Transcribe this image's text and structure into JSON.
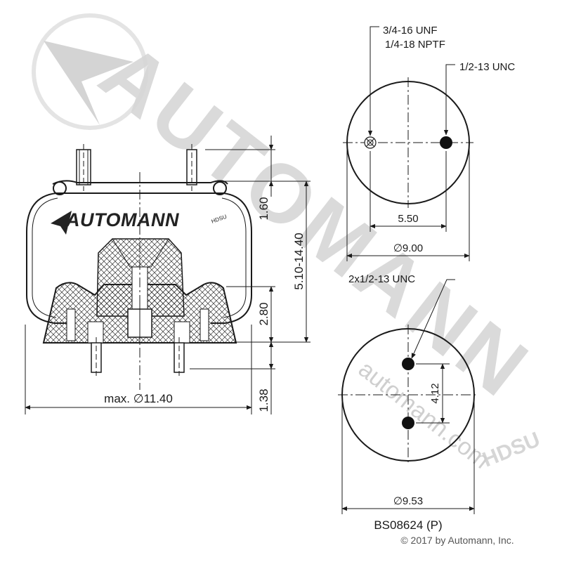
{
  "watermark": {
    "brand": "AUTOMANN",
    "suffix": "HDSU",
    "url": "automann.com"
  },
  "logo": {
    "brand": "AUTOMANN",
    "suffix": "HDSU"
  },
  "side_view": {
    "dim_top": "1.60",
    "dim_height": "5.10-14.40",
    "dim_piston": "2.80",
    "dim_bottom": "1.38",
    "dim_diameter": "max. ∅11.40"
  },
  "top_view": {
    "port_label_1": "3/4-16 UNF",
    "port_label_2": "1/4-18 NPTF",
    "stud_label": "1/2-13 UNC",
    "dim_spacing": "5.50",
    "dim_diameter": "∅9.00"
  },
  "bottom_view": {
    "stud_label": "2x1/2-13 UNC",
    "dim_spacing": "4.12",
    "dim_diameter": "∅9.53"
  },
  "part_number": "BS08624 (P)",
  "copyright": "© 2017 by Automann, Inc."
}
